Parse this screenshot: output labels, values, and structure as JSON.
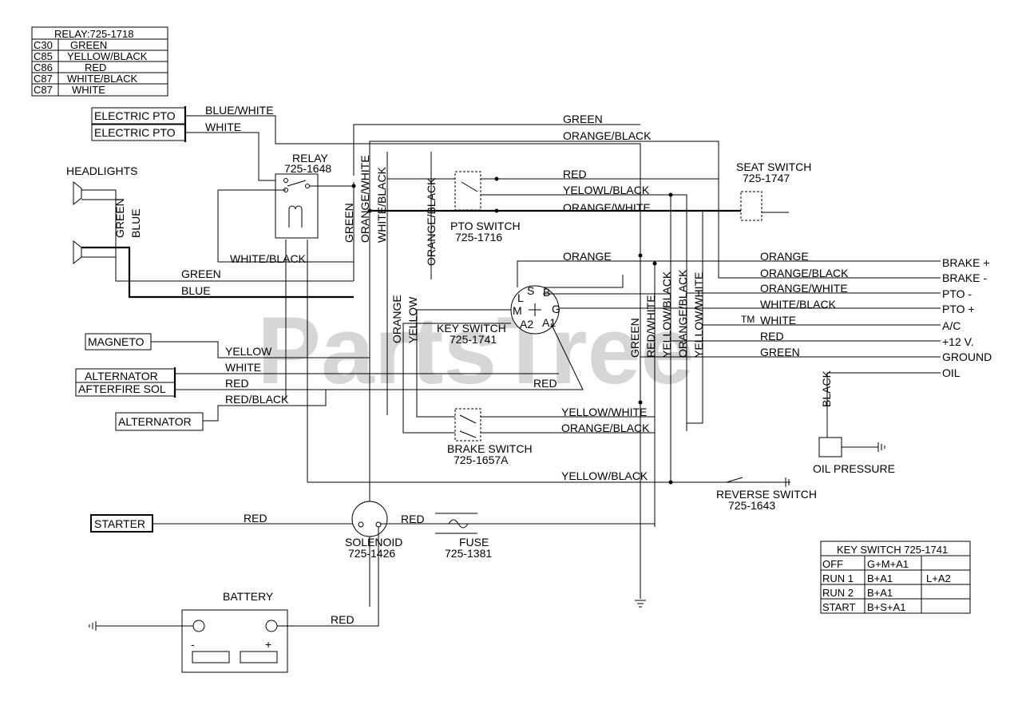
{
  "watermark": "PartsTree",
  "watermark_tm": "TM",
  "relay_table": {
    "title": "RELAY:725-1718",
    "rows": [
      {
        "pin": "C30",
        "color": "GREEN"
      },
      {
        "pin": "C85",
        "color": "YELLOW/BLACK"
      },
      {
        "pin": "C86",
        "color": "RED"
      },
      {
        "pin": "C87",
        "color": "WHITE/BLACK"
      },
      {
        "pin": "C87",
        "color": "WHITE"
      }
    ]
  },
  "components": {
    "electric_pto_1": "ELECTRIC PTO",
    "electric_pto_2": "ELECTRIC PTO",
    "headlights": "HEADLIGHTS",
    "relay": "RELAY",
    "relay_part": "725-1648",
    "pto_switch": "PTO SWITCH",
    "pto_switch_part": "725-1716",
    "seat_switch": "SEAT SWITCH",
    "seat_switch_part": "725-1747",
    "key_switch": "KEY SWITCH",
    "key_switch_part": "725-1741",
    "magneto": "MAGNETO",
    "alternator_1": "ALTERNATOR",
    "afterfire": "AFTERFIRE SOL",
    "alternator_2": "ALTERNATOR",
    "brake_switch": "BRAKE SWITCH",
    "brake_switch_part": "725-1657A",
    "oil_pressure": "OIL PRESSURE",
    "reverse_switch": "REVERSE SWITCH",
    "reverse_switch_part": "725-1643",
    "starter": "STARTER",
    "solenoid": "SOLENOID",
    "solenoid_part": "725-1426",
    "fuse": "FUSE",
    "fuse_part": "725-1381",
    "battery": "BATTERY",
    "battery_minus": "-",
    "battery_plus": "+"
  },
  "key_terminals": {
    "s": "S",
    "b": "B",
    "l": "L",
    "m": "M",
    "g": "G",
    "a2": "A2",
    "a1": "A1"
  },
  "wire_labels": {
    "blue_white": "BLUE/WHITE",
    "white_pto": "WHITE",
    "green_top": "GREEN",
    "orange_black_top": "ORANGE/BLACK",
    "red_pto": "RED",
    "yellowl_black": "YELOWL/BLACK",
    "orange_white_pto": "ORANGE/WHITE",
    "green_hl": "GREEN",
    "blue_hl": "BLUE",
    "white_black_relay": "WHITE/BLACK",
    "green_left": "GREEN",
    "blue_left": "BLUE",
    "green_v": "GREEN",
    "orange_white_v": "ORANGE/WHITE",
    "white_black_v": "WHITE/BLACK",
    "orange_black_v": "ORANGE/BLACK",
    "orange_mid": "ORANGE",
    "orange_v": "ORANGE",
    "yellow_v": "YELLOW",
    "green_v2": "GREEN",
    "red_white_v": "RED/WHITE",
    "yellow_black_v": "YELLOW/BLACK",
    "orange_black_v2": "ORANGE/BLACK",
    "yellow_white_v": "YELLOW/WHITE",
    "yellow_mag": "YELLOW",
    "white_alt": "WHITE",
    "red_alt": "RED",
    "red_black_alt": "RED/BLACK",
    "red_key": "RED",
    "yellow_white_brake": "YELLOW/WHITE",
    "orange_black_brake": "ORANGE/BLACK",
    "yellow_black_rev": "YELLOW/BLACK",
    "red_starter": "RED",
    "red_fuse": "RED",
    "red_battery": "RED",
    "black_oil": "BLACK",
    "r_orange": "ORANGE",
    "r_orange_black": "ORANGE/BLACK",
    "r_orange_white": "ORANGE/WHITE",
    "r_white_black": "WHITE/BLACK",
    "r_white": "WHITE",
    "r_red": "RED",
    "r_green": "GREEN"
  },
  "connectors": {
    "brake_plus": "BRAKE +",
    "brake_minus": "BRAKE -",
    "pto_minus": "PTO -",
    "pto_plus": "PTO +",
    "ac": "A/C",
    "plus12": "+12 V.",
    "ground": "GROUND",
    "oil": "OIL"
  },
  "key_switch_table": {
    "title": "KEY SWITCH 725-1741",
    "rows": [
      {
        "pos": "OFF",
        "c1": "G+M+A1",
        "c2": ""
      },
      {
        "pos": "RUN 1",
        "c1": "B+A1",
        "c2": "L+A2"
      },
      {
        "pos": "RUN 2",
        "c1": "B+A1",
        "c2": ""
      },
      {
        "pos": "START",
        "c1": "B+S+A1",
        "c2": ""
      }
    ]
  }
}
